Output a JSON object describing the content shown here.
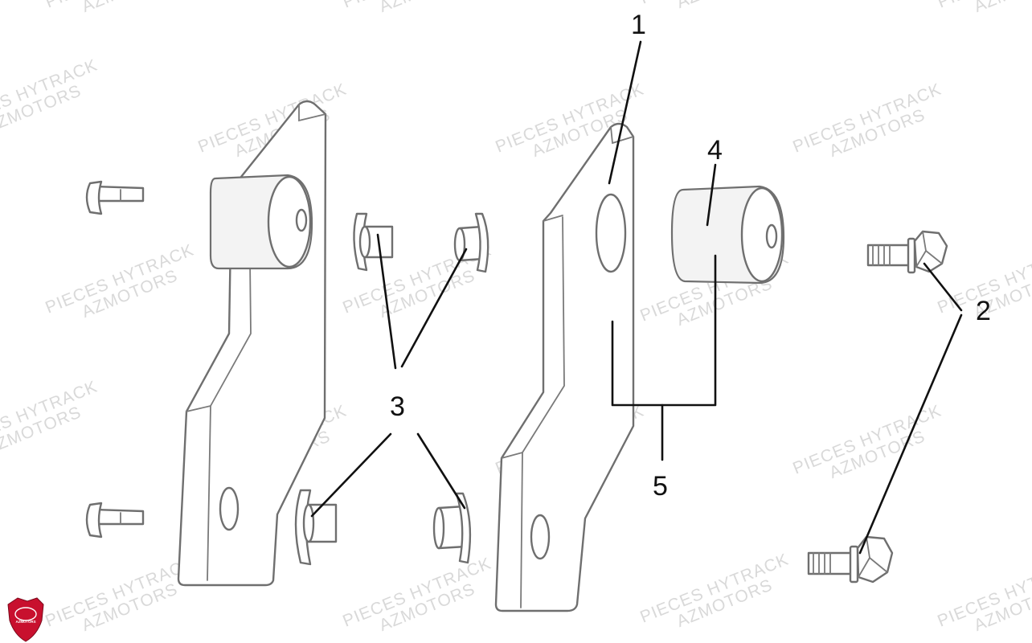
{
  "watermark": {
    "line1": "PIECES HYTRACK",
    "line2": "AZMOTORS"
  },
  "logo": {
    "text": "AZMOTORS",
    "color": "#c8102e"
  },
  "callouts": {
    "c1": "1",
    "c2": "2",
    "c3": "3",
    "c4": "4",
    "c5": "5"
  }
}
